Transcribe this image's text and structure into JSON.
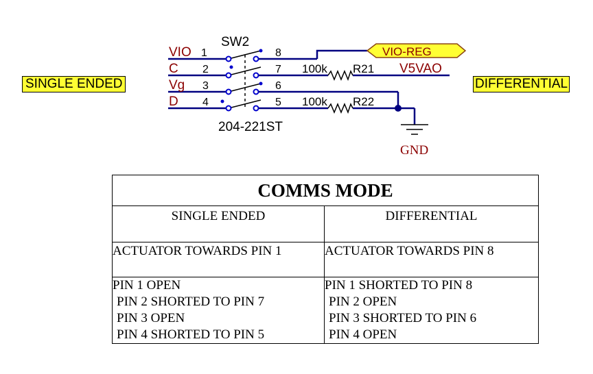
{
  "schematic": {
    "left_tag": "SINGLE ENDED",
    "right_tag": "DIFFERENTIAL",
    "switch_ref": "SW2",
    "switch_part": "204-221ST",
    "left_nets": [
      "VIO",
      "C",
      "Vg",
      "D"
    ],
    "left_pins": [
      "1",
      "2",
      "3",
      "4"
    ],
    "right_pins": [
      "8",
      "7",
      "6",
      "5"
    ],
    "port_label": "VIO-REG",
    "net_v5vao": "V5VAO",
    "r21_value": "100k",
    "r21_ref": "R21",
    "r22_value": "100k",
    "r22_ref": "R22",
    "gnd_label": "GND",
    "colors": {
      "net_text": "#8b0000",
      "wire": "#000080",
      "pin_circle": "#0000cc",
      "port_fill": "#ffff33"
    }
  },
  "table": {
    "title": "COMMS MODE",
    "col_headers": [
      "SINGLE ENDED",
      "DIFFERENTIAL"
    ],
    "actuator": [
      "ACTUATOR TOWARDS PIN 1",
      "ACTUATOR TOWARDS PIN 8"
    ],
    "single_ended_pins": [
      "PIN 1 OPEN",
      "PIN 2 SHORTED TO PIN 7",
      "PIN 3 OPEN",
      "PIN 4 SHORTED TO PIN 5"
    ],
    "differential_pins": [
      "PIN 1 SHORTED TO PIN 8",
      "PIN 2 OPEN",
      "PIN 3 SHORTED TO PIN 6",
      "PIN 4 OPEN"
    ]
  }
}
